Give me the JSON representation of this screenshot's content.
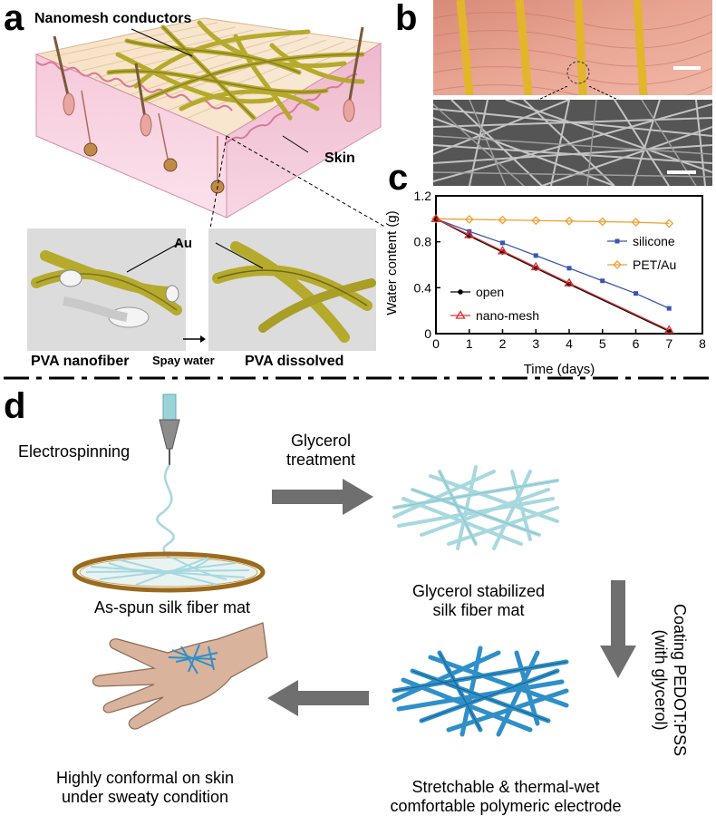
{
  "panels": {
    "a": {
      "label": "a",
      "nanomesh_label": "Nanomesh conductors",
      "skin_label": "Skin",
      "au_label": "Au",
      "pva_nanofiber": "PVA nanofiber",
      "spray_water": "Spay water",
      "pva_dissolved": "PVA dissolved"
    },
    "b": {
      "label": "b"
    },
    "c": {
      "label": "c"
    },
    "d": {
      "label": "d",
      "electrospinning": "Electrospinning",
      "glycerol_treatment_1": "Glycerol",
      "glycerol_treatment_2": "treatment",
      "as_spun": "As-spun silk fiber mat",
      "stabilized_1": "Glycerol stabilized",
      "stabilized_2": "silk fiber mat",
      "coating_1": "Coating PEDOT:PSS",
      "coating_2": "(with glycerol)",
      "conformal_1": "Highly conformal on skin",
      "conformal_2": "under sweaty condition",
      "stretchable_1": "Stretchable & thermal-wet",
      "stretchable_2": "comfortable polymeric electrode"
    }
  },
  "colors": {
    "gold": "#b7ad2c",
    "skin_pink": "#f4c6d8",
    "silk_light": "#a7d8df",
    "pedot_blue": "#2f8fc8",
    "arrow_gray": "#6f6f6f",
    "series_silicone": "#3a55b0",
    "series_petau": "#f0a030",
    "series_open": "#000000",
    "series_nanomesh": "#e03030"
  },
  "chart_data": {
    "type": "line",
    "xlabel": "Time (days)",
    "ylabel": "Water content (g)",
    "xlim": [
      0,
      8
    ],
    "ylim": [
      0,
      1.2
    ],
    "xticks": [
      0,
      1,
      2,
      3,
      4,
      5,
      6,
      7,
      8
    ],
    "yticks": [
      0,
      0.4,
      0.8,
      1.2
    ],
    "series": [
      {
        "name": "silicone",
        "marker": "square",
        "x": [
          0,
          1,
          2,
          3,
          4,
          5,
          6,
          7
        ],
        "y": [
          1.0,
          0.89,
          0.79,
          0.68,
          0.57,
          0.46,
          0.35,
          0.22
        ]
      },
      {
        "name": "PET/Au",
        "marker": "diamond",
        "x": [
          0,
          1,
          2,
          3,
          4,
          5,
          6,
          7
        ],
        "y": [
          1.0,
          0.995,
          0.99,
          0.985,
          0.98,
          0.975,
          0.97,
          0.96
        ]
      },
      {
        "name": "open",
        "marker": "circle",
        "x": [
          0,
          1,
          2,
          3,
          4,
          7
        ],
        "y": [
          1.0,
          0.85,
          0.71,
          0.57,
          0.43,
          0.02
        ]
      },
      {
        "name": "nano-mesh",
        "marker": "triangle",
        "x": [
          0,
          1,
          2,
          3,
          4,
          7
        ],
        "y": [
          1.0,
          0.86,
          0.72,
          0.58,
          0.44,
          0.03
        ]
      }
    ]
  }
}
